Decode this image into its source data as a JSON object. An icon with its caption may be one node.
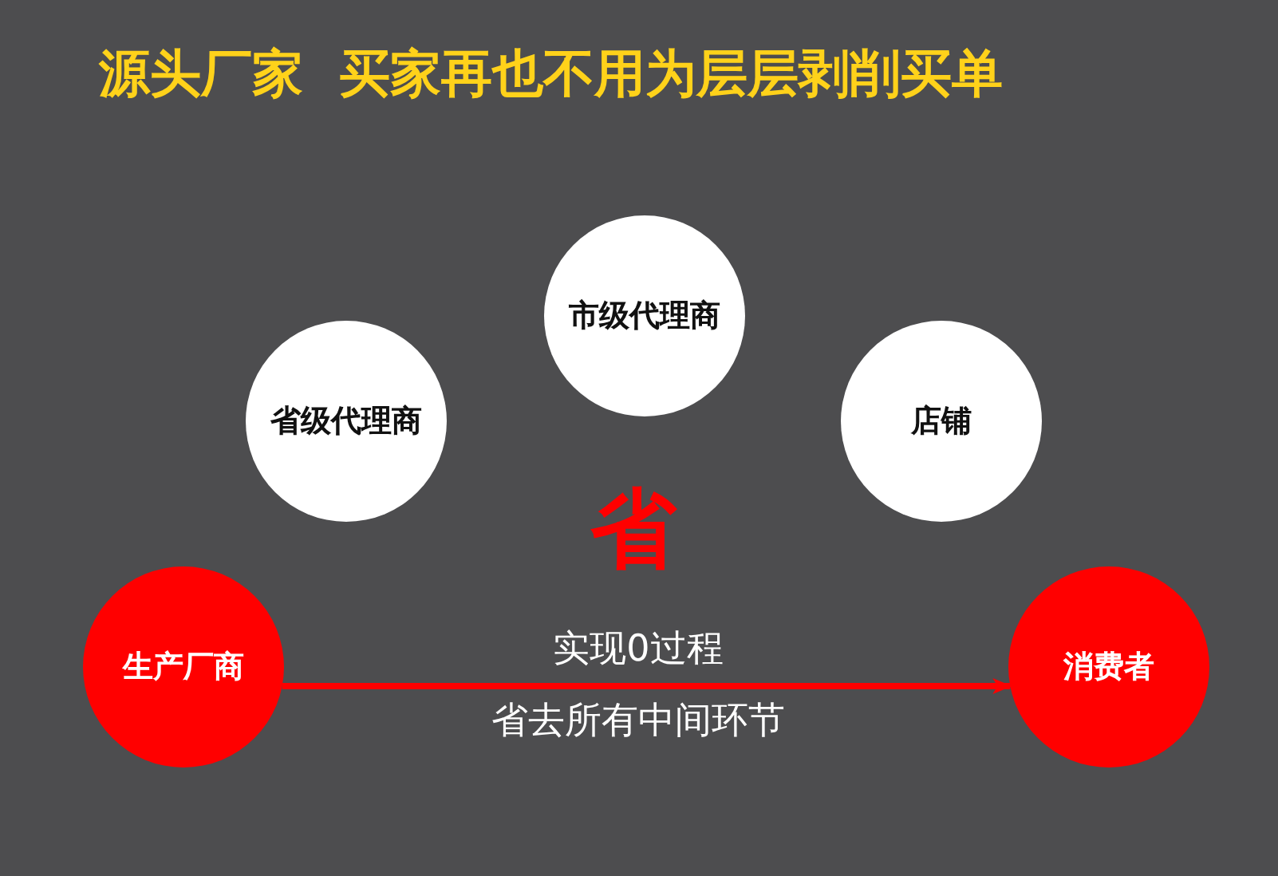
{
  "diagram": {
    "title": "源头厂家  买家再也不用为层层剥削买单",
    "nodes": [
      {
        "text": [
          "省级代理商"
        ]
      },
      {
        "text": [
          "市级代理商"
        ]
      },
      {
        "text": [
          "店铺"
        ]
      },
      {
        "text": [
          "生产厂商"
        ]
      },
      {
        "text": [
          "消费者"
        ]
      }
    ],
    "edges": [
      {
        "from": 3,
        "to": 4,
        "arrow": "to",
        "label": "实现0过程",
        "color": "#ff0000"
      }
    ],
    "labels": [
      "省",
      "省去所有中间环节"
    ]
  }
}
